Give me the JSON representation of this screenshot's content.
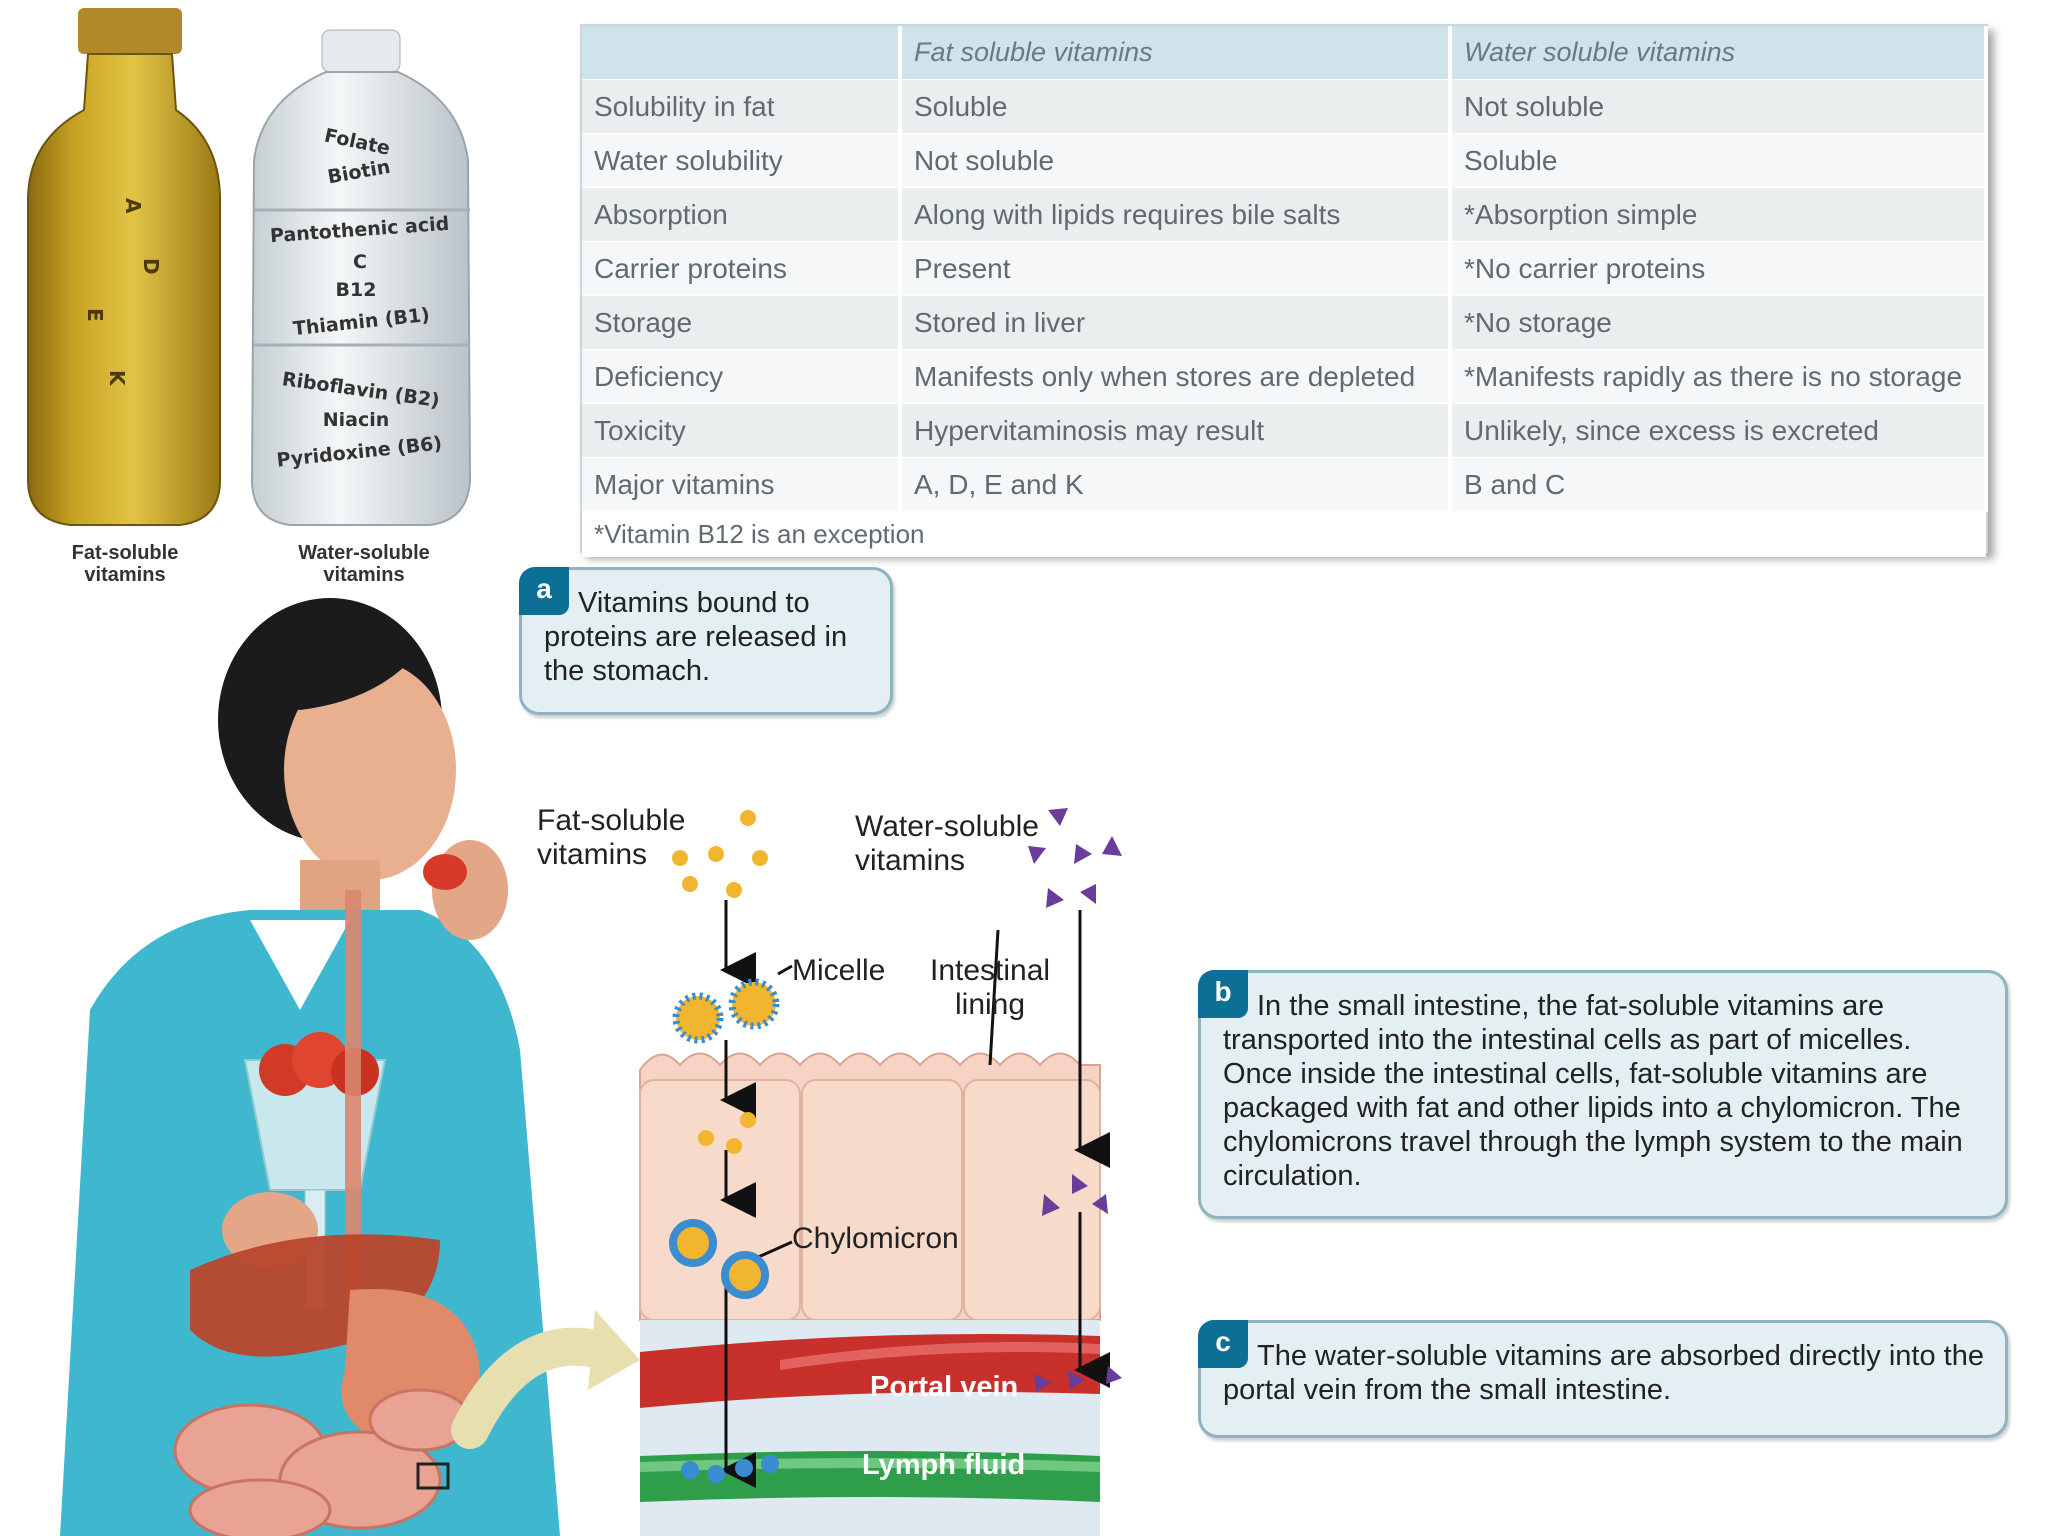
{
  "table": {
    "header": [
      "",
      "Fat soluble vitamins",
      "Water soluble vitamins"
    ],
    "rows": [
      [
        "Solubility in fat",
        "Soluble",
        "Not soluble"
      ],
      [
        "Water solubility",
        "Not soluble",
        "Soluble"
      ],
      [
        "Absorption",
        "Along with lipids requires bile salts",
        "*Absorption simple"
      ],
      [
        "Carrier proteins",
        "Present",
        "*No carrier proteins"
      ],
      [
        "Storage",
        "Stored in liver",
        "*No storage"
      ],
      [
        "Deficiency",
        "Manifests only when stores are depleted",
        "*Manifests rapidly as there is no storage"
      ],
      [
        "Toxicity",
        "Hypervitaminosis may result",
        "Unlikely, since excess is excreted"
      ],
      [
        "Major vitamins",
        "A, D, E and K",
        "B and C"
      ]
    ],
    "footnote": "*Vitamin B12 is an exception"
  },
  "bottles": {
    "fat_caption_1": "Fat-soluble",
    "fat_caption_2": "vitamins",
    "water_caption_1": "Water-soluble",
    "water_caption_2": "vitamins",
    "fat_letters": [
      "A",
      "D",
      "E",
      "K"
    ],
    "water_labels": [
      "Folate",
      "Biotin",
      "Pantothenic acid",
      "C",
      "B12",
      "Thiamin (B1)",
      "Riboflavin (B2)",
      "Niacin",
      "Pyridoxine (B6)"
    ]
  },
  "steps": {
    "a": {
      "badge": "a",
      "line1": "Vitamins bound to",
      "rest": "proteins are released in the stomach."
    },
    "b": {
      "badge": "b",
      "line1": "In the small intestine, the fat-soluble vitamins are",
      "rest": "transported into the intestinal cells as part of micelles. Once inside the intestinal cells, fat-soluble vitamins are packaged with fat and other lipids into a chylomicron. The chylomicrons travel through the lymph system to the main circulation."
    },
    "c": {
      "badge": "c",
      "line1": "The water-soluble vitamins are absorbed directly into",
      "rest": "the portal vein from the small intestine."
    }
  },
  "diagram": {
    "fat_label_1": "Fat-soluble",
    "fat_label_2": "vitamins",
    "water_label_1": "Water-soluble",
    "water_label_2": "vitamins",
    "micelle": "Micelle",
    "lining_1": "Intestinal",
    "lining_2": "lining",
    "chylomicron": "Chylomicron",
    "portal_vein": "Portal vein",
    "lymph": "Lymph fluid"
  },
  "colors": {
    "badge": "#0e6f96",
    "box_fill": "#e4eff4",
    "box_border": "#8fb3c2",
    "vitamin_dot": "#f2b530",
    "water_triangle": "#6a3d9a",
    "portal_vein": "#c8302c",
    "lymph": "#2f9e4b"
  }
}
